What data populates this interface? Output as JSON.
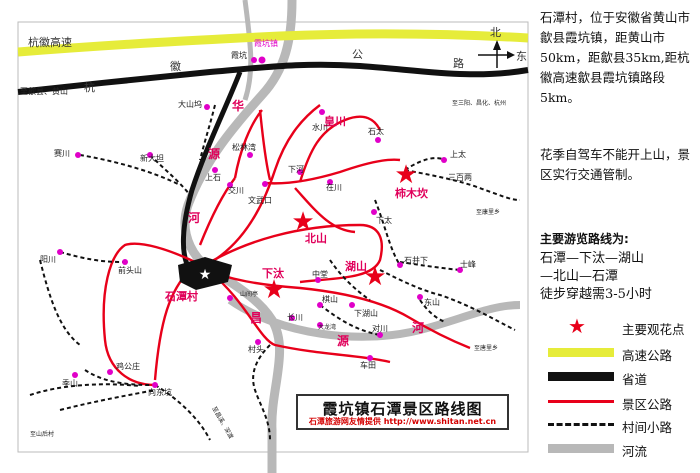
{
  "title": {
    "main": "霞坑镇石潭景区路线图",
    "credit": "石潭旅游网友情提供 http://www.shitan.net.cn"
  },
  "intro_text": "石潭村，位于安徽省黄山市歙县霞坑镇，距黄山市50km，距歙县35km,距杭徽高速歙县霞坑镇路段5km。",
  "note_text": "花季自驾车不能开上山，景区实行交通管制。",
  "route": {
    "heading": "主要游览路线为:",
    "line1": "石潭—下汰—湖山",
    "line2": "—北山—石潭",
    "line3": "徒步穿越需3-5小时"
  },
  "legend": [
    {
      "label": "主要观花点",
      "kind": "star",
      "color": "#e8001a"
    },
    {
      "label": "高速公路",
      "kind": "expressway",
      "color": "#e6ec3a"
    },
    {
      "label": "省道",
      "kind": "provincial",
      "color": "#111111"
    },
    {
      "label": "景区公路",
      "kind": "scenic",
      "color": "#e8001a"
    },
    {
      "label": "村间小路",
      "kind": "path",
      "color": "#111111"
    },
    {
      "label": "河流",
      "kind": "river",
      "color": "#b8b8b8"
    }
  ],
  "highway": {
    "name": "杭徽高速",
    "provincial_chars": [
      "徽",
      "公",
      "路"
    ],
    "west_end": "至歙县、黄山",
    "west_char": "杭",
    "east_end": "至三阳、昌化、杭州"
  },
  "compass": {
    "north": "北",
    "east": "东"
  },
  "river_chars": [
    "华",
    "源",
    "河",
    "昌",
    "源",
    "河"
  ],
  "destinations": {
    "kengkou": "至康里乡",
    "tanglixiang": "至唐里乡",
    "sanli": "至三阳、昌化、杭州",
    "changxi": "至昌溪、深渡",
    "beishan_back": "至山后村"
  },
  "scenic_spots": [
    {
      "name": "皇川"
    },
    {
      "name": "柿木坎"
    },
    {
      "name": "北山"
    },
    {
      "name": "下汰"
    },
    {
      "name": "湖山"
    },
    {
      "name": "石潭村"
    }
  ],
  "villages": [
    {
      "name": "霞坑镇"
    },
    {
      "name": "霞坑"
    },
    {
      "name": "大山坞"
    },
    {
      "name": "水川"
    },
    {
      "name": "石太"
    },
    {
      "name": "上太"
    },
    {
      "name": "三百两"
    },
    {
      "name": "赛川"
    },
    {
      "name": "新大坦"
    },
    {
      "name": "松林湾"
    },
    {
      "name": "上石"
    },
    {
      "name": "交川"
    },
    {
      "name": "下河"
    },
    {
      "name": "在川"
    },
    {
      "name": "文武口"
    },
    {
      "name": "下太"
    },
    {
      "name": "阳川"
    },
    {
      "name": "前头山"
    },
    {
      "name": "中堂"
    },
    {
      "name": "石井下"
    },
    {
      "name": "士峰"
    },
    {
      "name": "山间亭"
    },
    {
      "name": "棋山"
    },
    {
      "name": "长川"
    },
    {
      "name": "大龙湾"
    },
    {
      "name": "下湖山"
    },
    {
      "name": "东山"
    },
    {
      "name": "对川"
    },
    {
      "name": "村头"
    },
    {
      "name": "车田"
    },
    {
      "name": "鸡公庄"
    },
    {
      "name": "季山"
    },
    {
      "name": "向东坑"
    }
  ]
}
